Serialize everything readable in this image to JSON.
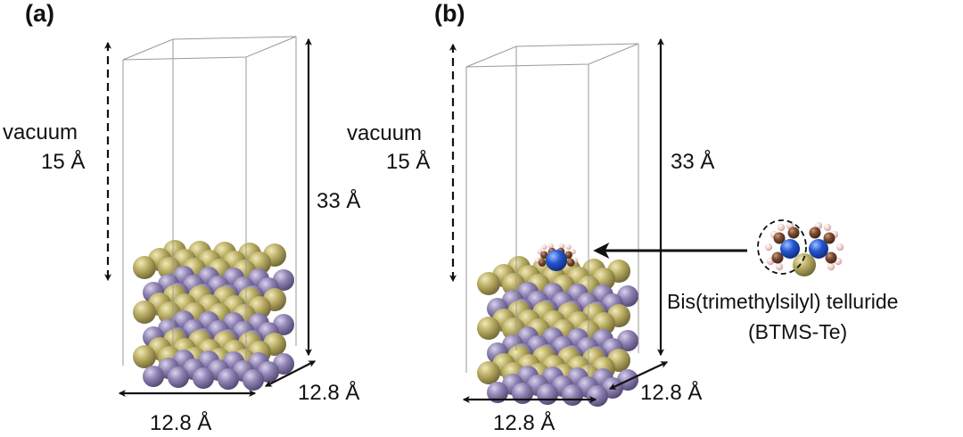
{
  "panels": {
    "a": {
      "label": "(a)",
      "vacuum_label": "vacuum",
      "vacuum_value": "15 Å",
      "height_value": "33 Å",
      "width_value": "12.8 Å",
      "depth_value": "12.8 Å"
    },
    "b": {
      "label": "(b)",
      "vacuum_label": "vacuum",
      "vacuum_value": "15 Å",
      "height_value": "33 Å",
      "width_value": "12.8 Å",
      "depth_value": "12.8 Å",
      "molecule_name": "Bis(trimethylsilyl) telluride",
      "molecule_abbrev": "(BTMS-Te)"
    }
  },
  "atom_colors": {
    "tellurium": "#b3a75c",
    "metal": "#8c7fae",
    "silicon": "#1f4fc4",
    "carbon": "#7a4a30",
    "hydrogen": "#f0c8c8"
  }
}
